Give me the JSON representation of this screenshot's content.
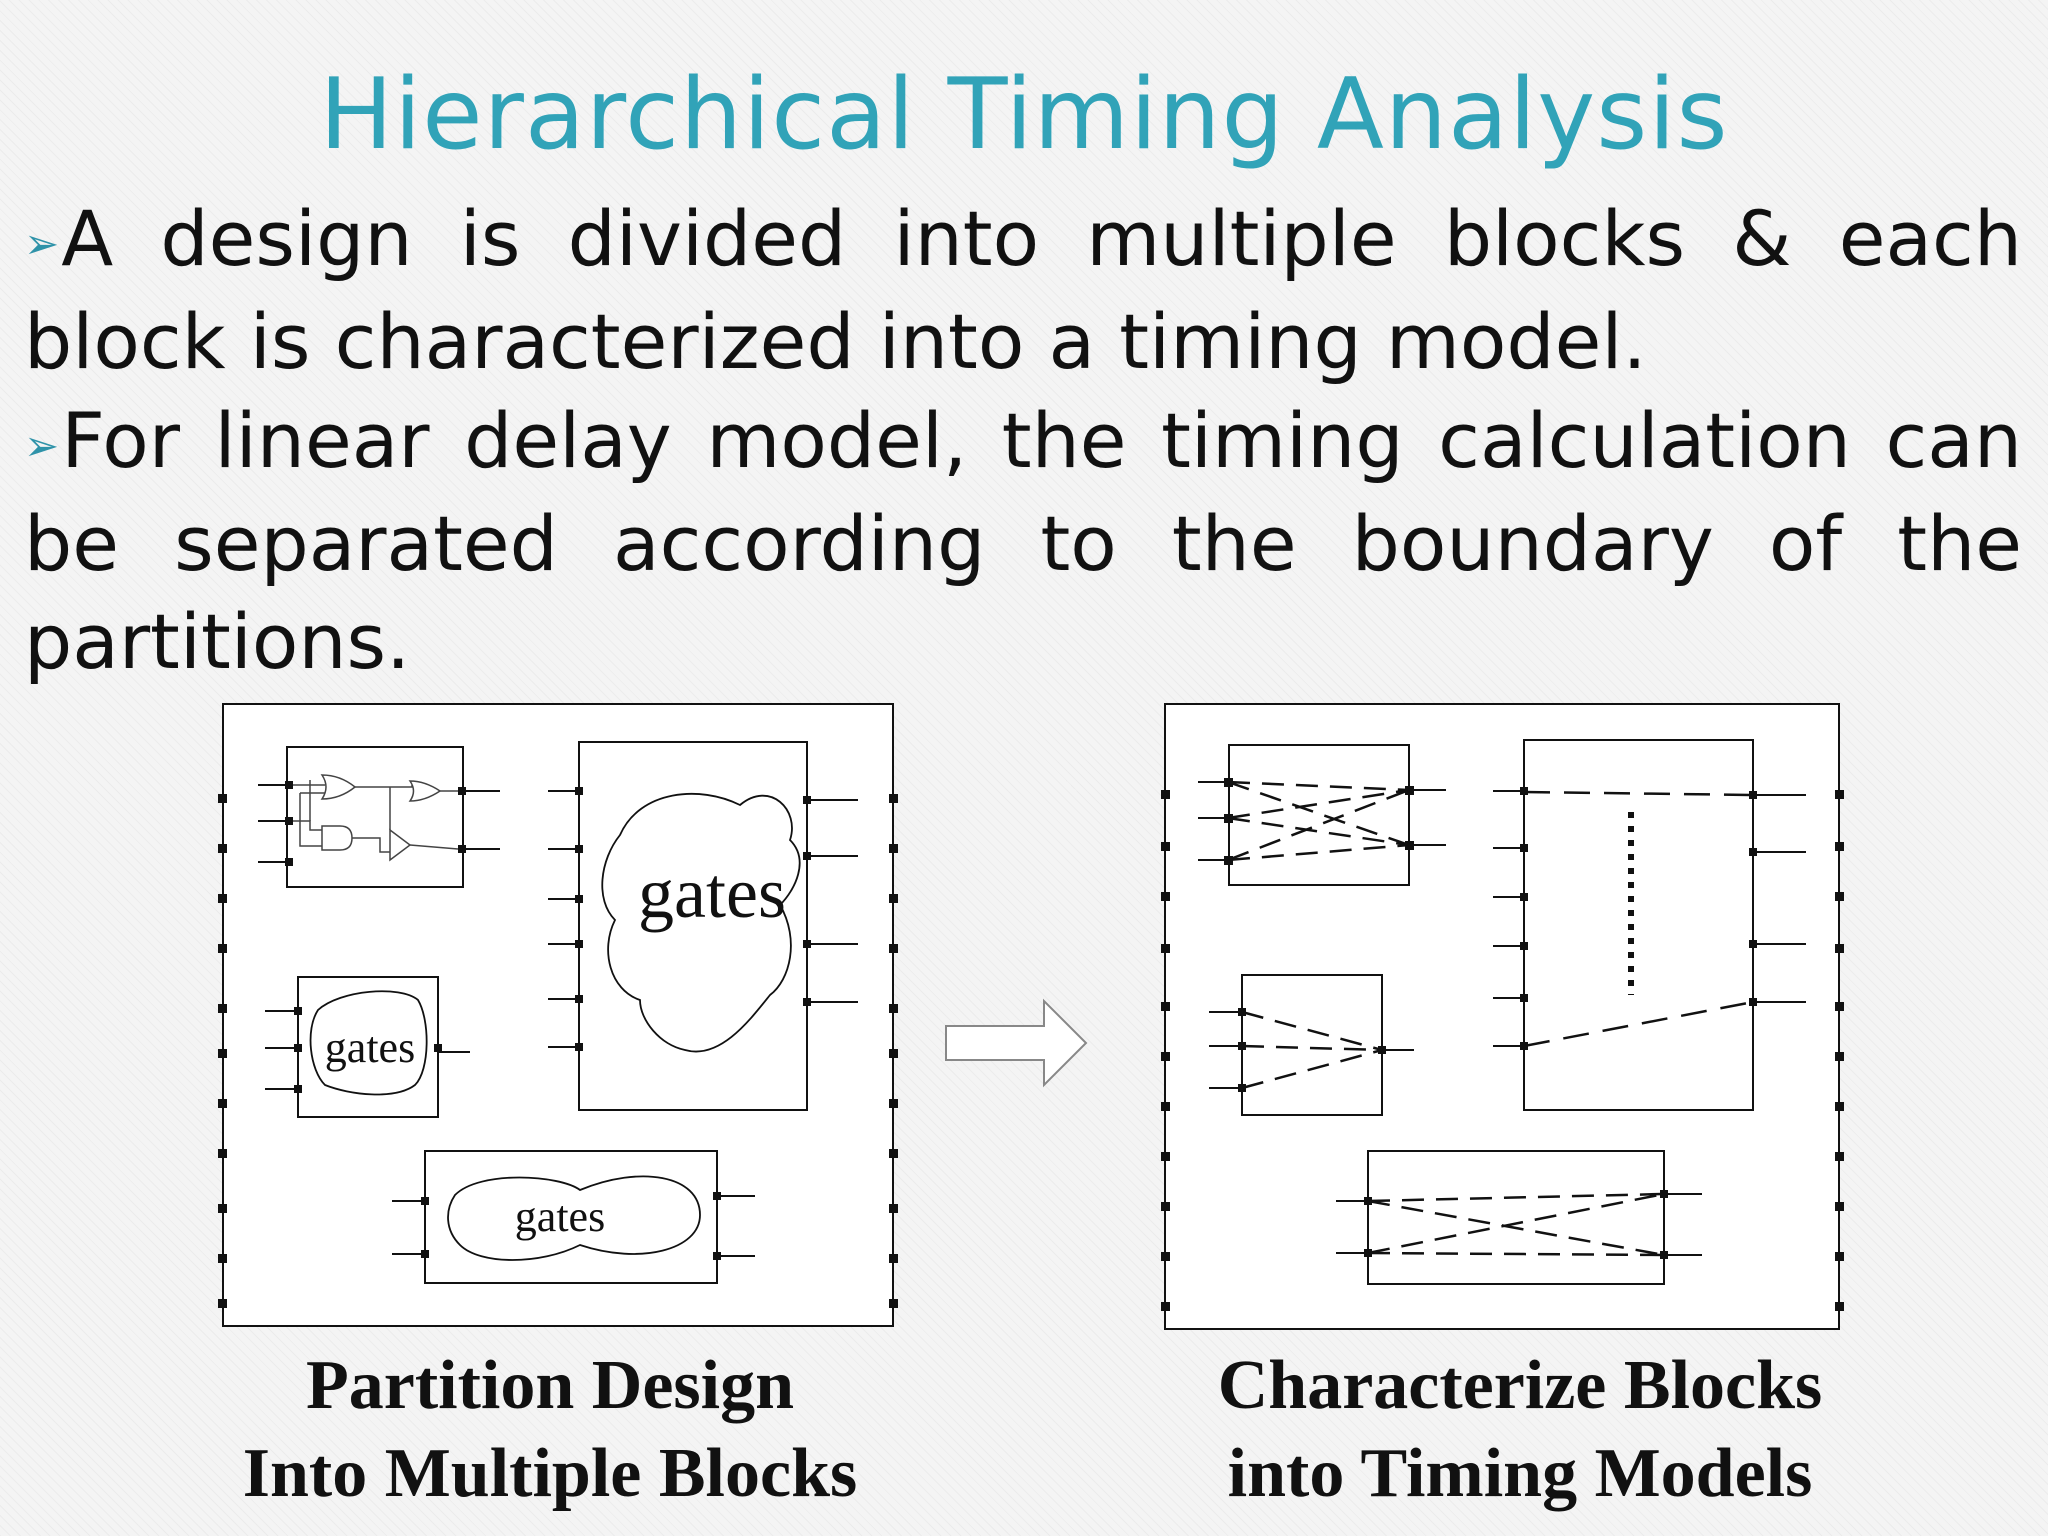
{
  "title": "Hierarchical Timing Analysis",
  "bullet_glyph": "➢",
  "bullets": [
    "A design is divided into multiple blocks & each block is characterized into a timing model.",
    "For linear delay model, the timing calculation can be separated according to the boundary of the partitions."
  ],
  "diagram": {
    "left_block_labels": [
      "gates",
      "gates",
      "gates"
    ],
    "left_caption": [
      "Partition Design",
      "Into Multiple Blocks"
    ],
    "right_caption": [
      "Characterize Blocks",
      "into Timing Models"
    ]
  }
}
